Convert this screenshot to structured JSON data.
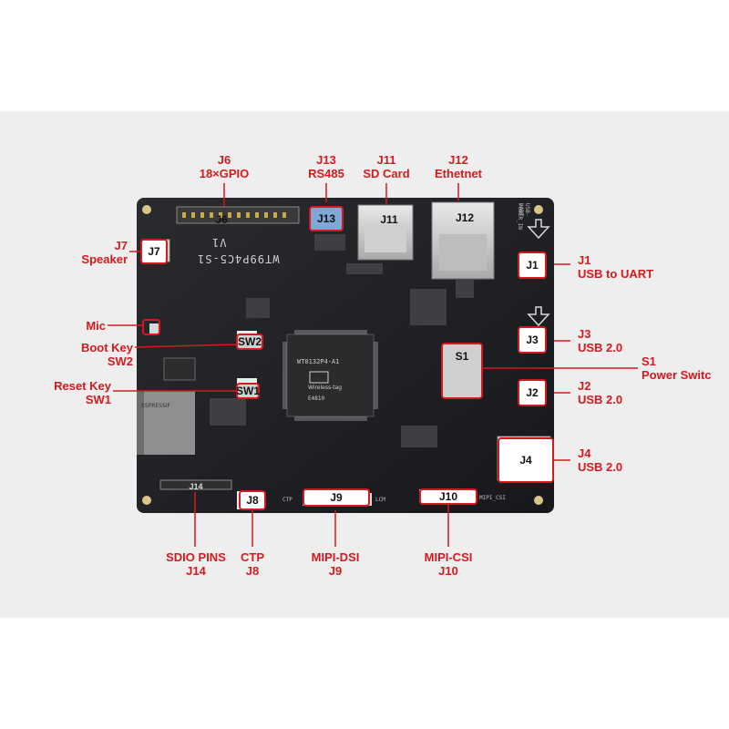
{
  "accent_color": "#d6191f",
  "board_color": "#1f2023",
  "board": {
    "model_silk": "WT99P4C5-S1",
    "version_silk": "V1",
    "chip_text_1": "WT0132P4-A1",
    "chip_text_2": "Wireless-tag",
    "chip_text_3": "E4810",
    "silk_power_in": "POWER_IN",
    "silk_usb_uart": "USB-UART",
    "silk_ctp": "CTP",
    "silk_lcm": "LCM",
    "silk_mipi_csi": "MIPI_CSI"
  },
  "tags": {
    "J6": "J6",
    "J13": "J13",
    "J11": "J11",
    "J12": "J12",
    "J7": "J7",
    "J1": "J1",
    "J3": "J3",
    "J2": "J2",
    "J4": "J4",
    "S1": "S1",
    "SW2": "SW2",
    "SW1": "SW1",
    "J9": "J9",
    "J10": "J10",
    "J8": "J8",
    "J14": "J14"
  },
  "labels": {
    "j6": {
      "line1": "J6",
      "line2": "18×GPIO"
    },
    "j13": {
      "line1": "J13",
      "line2": "RS485"
    },
    "j11": {
      "line1": "J11",
      "line2": "SD Card"
    },
    "j12": {
      "line1": "J12",
      "line2": "Ethetnet"
    },
    "j7": {
      "line1": "J7",
      "line2": "Speaker"
    },
    "j1": {
      "line1": "J1",
      "line2": "USB to UART"
    },
    "mic": {
      "line1": "Mic"
    },
    "j3": {
      "line1": "J3",
      "line2": "USB 2.0"
    },
    "boot": {
      "line1": "Boot Key",
      "line2": "SW2"
    },
    "s1": {
      "line1": "S1",
      "line2": "Power Switc"
    },
    "reset": {
      "line1": "Reset Key",
      "line2": "SW1"
    },
    "j2": {
      "line1": "J2",
      "line2": "USB 2.0"
    },
    "j4": {
      "line1": "J4",
      "line2": "USB 2.0"
    },
    "sdio": {
      "line1": "SDIO PINS",
      "line2": "J14"
    },
    "ctp": {
      "line1": "CTP",
      "line2": "J8"
    },
    "dsi": {
      "line1": "MIPI-DSI",
      "line2": "J9"
    },
    "csi": {
      "line1": "MIPI-CSI",
      "line2": "J10"
    }
  }
}
